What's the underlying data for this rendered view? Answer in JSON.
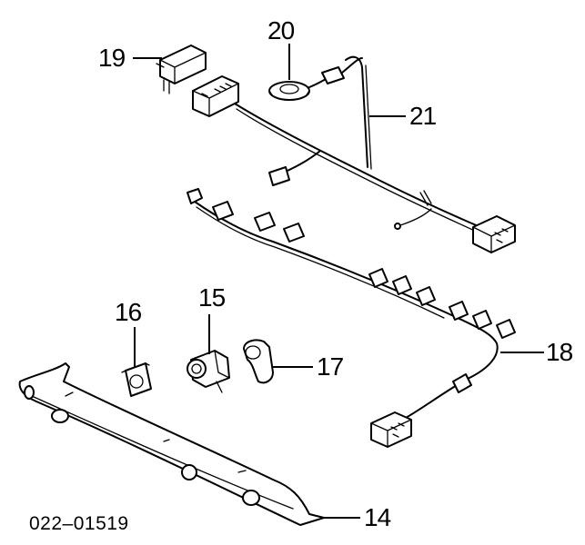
{
  "callouts": {
    "p14": "14",
    "p15": "15",
    "p16": "16",
    "p17": "17",
    "p18": "18",
    "p19": "19",
    "p20": "20",
    "p21": "21"
  },
  "doc_id": "022–01519"
}
